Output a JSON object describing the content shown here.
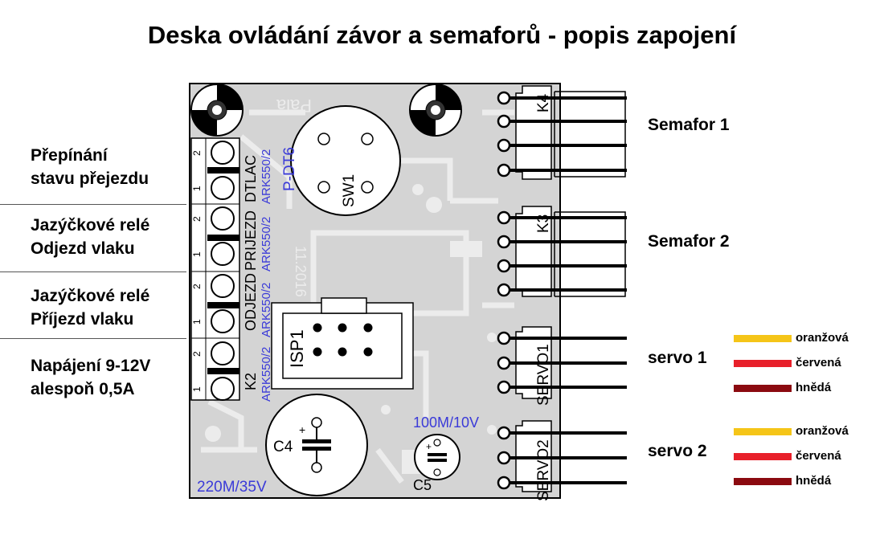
{
  "title": "Deska ovládání závor a semaforů - popis zapojení",
  "left_labels": [
    {
      "line1": "Přepínání",
      "line2": "stavu přejezdu"
    },
    {
      "line1": "Jazýčkové relé",
      "line2": "Odjezd vlaku"
    },
    {
      "line1": "Jazýčkové relé",
      "line2": "Příjezd vlaku"
    },
    {
      "line1": "Napájení 9-12V",
      "line2": "alespoň 0,5A"
    }
  ],
  "right_labels": {
    "semafor1": "Semafor 1",
    "semafor2": "Semafor 2",
    "servo1": "servo 1",
    "servo2": "servo 2"
  },
  "wires": [
    {
      "label": "oranžová",
      "color": "#f5c518"
    },
    {
      "label": "červená",
      "color": "#e8202a"
    },
    {
      "label": "hnědá",
      "color": "#8b0a10"
    }
  ],
  "board": {
    "terminals": [
      "DTLAC",
      "PRIJEZD",
      "ODJEZD",
      "K2"
    ],
    "terminal_type": "ARK550/2",
    "pin1": "1",
    "pin2": "2",
    "switch_type": "P-DT6",
    "switch_ref": "SW1",
    "isp": "ISP1",
    "k4": "K4",
    "k3": "K3",
    "servo1": "SERVO1",
    "servo2": "SERVO2",
    "c4": "C4",
    "c4_value": "220M/35V",
    "c5": "C5",
    "c5_value": "100M/10V",
    "plus": "+",
    "date_text": "11.2016",
    "mirror_text": "Pala"
  },
  "colors": {
    "board_fill": "#d4d4d4",
    "board_trace": "#ececec",
    "value_blue": "#3a3ad8"
  }
}
